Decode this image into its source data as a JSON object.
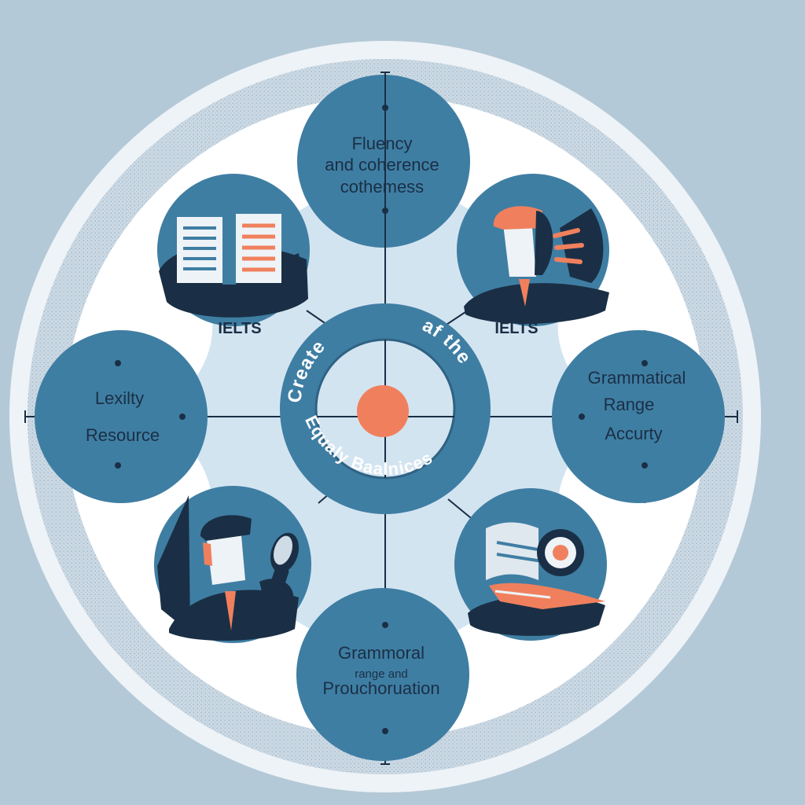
{
  "diagram": {
    "top_node": {
      "line1": "Fluency",
      "line2": "and coherence",
      "line3": "cothemess"
    },
    "left_node": {
      "line1": "Lexilty",
      "line2": "Resource"
    },
    "right_node": {
      "line1": "Grammatical",
      "line2": "Range",
      "line3": "Accurty"
    },
    "bottom_node": {
      "line1": "Grammoral",
      "line2": "range and",
      "line3": "Prouchoruation"
    },
    "label_left": "IELTS",
    "label_right": "IELTS",
    "center": {
      "arc_top_left": "Create",
      "arc_top_right": "af the",
      "arc_bottom": "Equaly Baalnices"
    }
  },
  "illustrations": {
    "top_left": "open-book-icon",
    "top_right": "person-listening-icon",
    "bottom_left": "speaker-microphone-icon",
    "bottom_right": "document-target-icon"
  },
  "colors": {
    "background": "#b4c9d7",
    "outer_ring": "#eef3f7",
    "dotted_band": "#c7d6e2",
    "inner_field": "#ffffff",
    "star_shape": "#d3e4f1",
    "node_blue": "#3f7ea3",
    "dark_navy": "#1a2f45",
    "accent_orange": "#f0805d"
  }
}
